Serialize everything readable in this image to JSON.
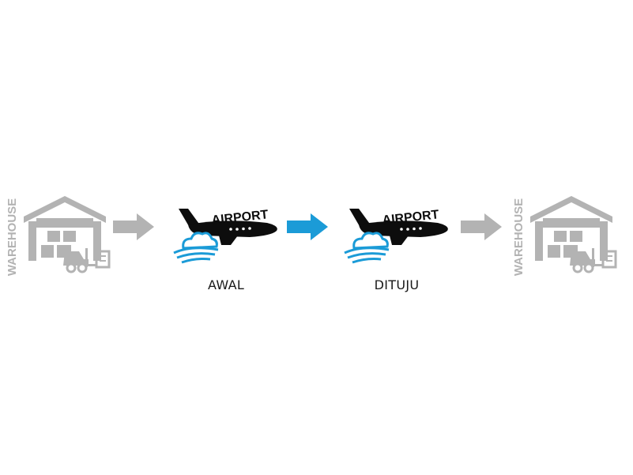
{
  "flow": {
    "warehouse_origin": {
      "icon": "warehouse-icon",
      "text": "WAREHOUSE"
    },
    "airport_origin": {
      "icon": "airport-icon",
      "text": "AIRPORT",
      "label": "AWAL"
    },
    "airport_destination": {
      "icon": "airport-icon",
      "text": "AIRPORT",
      "label": "DITUJU"
    },
    "warehouse_destination": {
      "icon": "warehouse-icon",
      "text": "WAREHOUSE"
    }
  },
  "colors": {
    "gray": "#b3b3b3",
    "black": "#0d0d0d",
    "accent_blue": "#1b9bd7"
  }
}
